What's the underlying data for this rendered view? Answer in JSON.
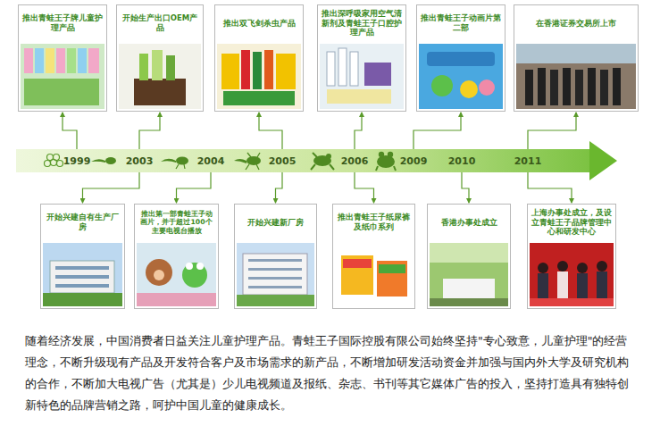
{
  "diagram": {
    "caption": "随着经济发展，中国消费者日益关注儿童护理产品。青蛙王子国际控股有限公司始终坚持\"专心致意，儿童护理\"的经营理念，不断升级现有产品及开发符合客户及市场需求的新产品，不断增加研发活动资金并加强与国内外大学及研究机构的合作，不断加大电视广告（尤其是）少儿电视频道及报纸、杂志、书刊等其它媒体广告的投入，坚持打造具有独特创新特色的品牌营销之路，呵护中国儿童的健康成长。",
    "nodes": [
      {
        "text": [
          "推出青蛙王子牌儿童护理产品"
        ]
      },
      {
        "text": [
          "开始生产出口OEM产品"
        ]
      },
      {
        "text": [
          "推出双飞剑杀虫产品"
        ]
      },
      {
        "text": [
          "推出深呼吸家用空气清新剂及青蛙王子口腔护理产品"
        ]
      },
      {
        "text": [
          "推出青蛙王子动画片第二部"
        ]
      },
      {
        "text": [
          "在香港证券交易所上市"
        ]
      },
      {
        "text": [
          "1999",
          "2003",
          "2004",
          "2005",
          "2006",
          "2009",
          "2010",
          "2011"
        ]
      },
      {
        "text": [
          "开始兴建自有生产厂房"
        ]
      },
      {
        "text": [
          "推出第一部青蛙王子动画片，并于超过100个主要电视台播放"
        ]
      },
      {
        "text": [
          "开始兴建新厂房"
        ]
      },
      {
        "text": [
          "推出青蛙王子纸尿裤及纸巾系列"
        ]
      },
      {
        "text": [
          "香港办事处成立"
        ]
      },
      {
        "text": [
          "上海办事处成立，及设立青蛙王子品牌管理中心和研发中心"
        ]
      }
    ],
    "edges": [
      {
        "from": 6,
        "to": 0,
        "arrow": "to"
      },
      {
        "from": 6,
        "to": 1,
        "arrow": "to"
      },
      {
        "from": 6,
        "to": 2,
        "arrow": "to"
      },
      {
        "from": 6,
        "to": 3,
        "arrow": "to"
      },
      {
        "from": 6,
        "to": 4,
        "arrow": "to"
      },
      {
        "from": 6,
        "to": 5,
        "arrow": "to"
      },
      {
        "from": 6,
        "to": 7,
        "arrow": "to"
      },
      {
        "from": 6,
        "to": 8,
        "arrow": "to"
      },
      {
        "from": 6,
        "to": 9,
        "arrow": "to"
      },
      {
        "from": 6,
        "to": 10,
        "arrow": "to"
      },
      {
        "from": 6,
        "to": 11,
        "arrow": "to"
      },
      {
        "from": 6,
        "to": 12,
        "arrow": "to"
      }
    ]
  }
}
